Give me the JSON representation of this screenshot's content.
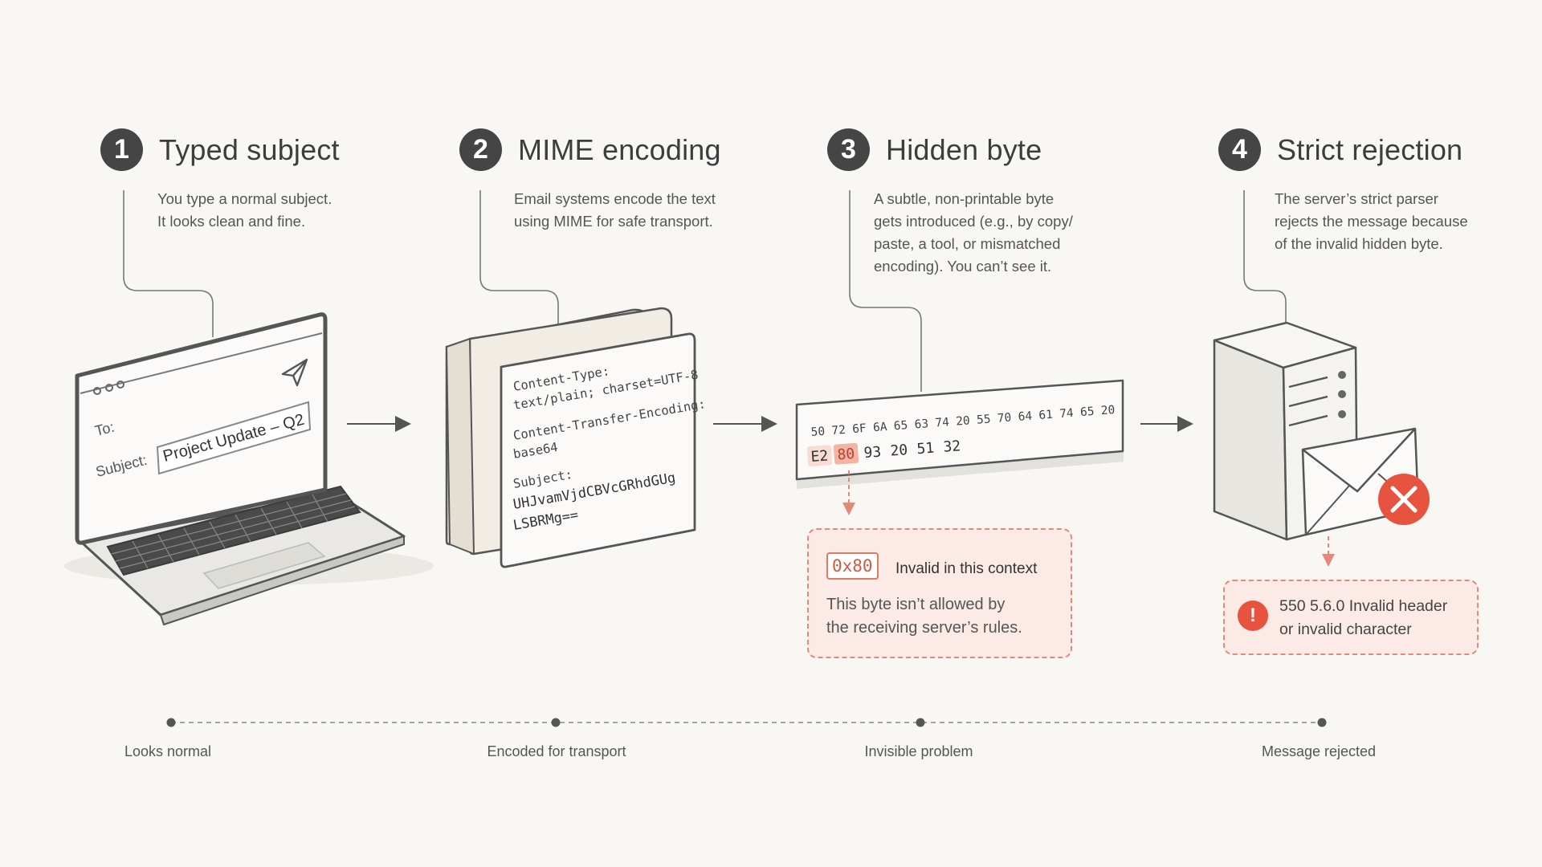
{
  "steps": [
    {
      "number": "1",
      "title": "Typed subject",
      "desc": [
        "You type a normal subject.",
        "It looks clean and fine."
      ]
    },
    {
      "number": "2",
      "title": "MIME encoding",
      "desc": [
        "Email systems encode the text",
        "using MIME for safe transport."
      ]
    },
    {
      "number": "3",
      "title": "Hidden byte",
      "desc": [
        "A subtle, non-printable byte",
        "gets introduced (e.g., by copy/",
        "paste, a tool, or mismatched",
        "encoding). You can’t see it."
      ]
    },
    {
      "number": "4",
      "title": "Strict rejection",
      "desc": [
        "The server’s strict parser",
        "rejects the message because",
        "of the invalid hidden byte."
      ]
    }
  ],
  "laptop": {
    "to_label": "To:",
    "subject_label": "Subject:",
    "subject_value": "Project Update – Q2",
    "icons": [
      "window-dots-icon",
      "send-icon",
      "keyboard-icon"
    ]
  },
  "mime": {
    "line1": "Content-Type:",
    "line2": "text/plain; charset=UTF-8",
    "line3": "Content-Transfer-Encoding:",
    "line4": "base64",
    "line5": "Subject:",
    "line6": "UHJvamVjdCBVcGRhdGUg",
    "line7": "LSBRMg=="
  },
  "hex": {
    "row1": [
      "50",
      "72",
      "6F",
      "6A",
      "65",
      "63",
      "74",
      "20",
      "55",
      "70",
      "64",
      "61",
      "74",
      "65",
      "20"
    ],
    "row2": [
      "E2",
      "80",
      "93",
      "20",
      "51",
      "32"
    ],
    "highlighted_index": 1
  },
  "byte_callout": {
    "badge": "0x80",
    "title": "Invalid in this context",
    "lines": [
      "This byte isn’t allowed by",
      "the receiving server’s rules."
    ]
  },
  "error_callout": {
    "icon": "alert-icon",
    "lines": [
      "550 5.6.0 Invalid header",
      "or invalid character"
    ]
  },
  "server": {
    "icons": [
      "server-icon",
      "envelope-icon",
      "reject-x-icon"
    ]
  },
  "timeline": {
    "labels": [
      "Looks normal",
      "Encoded for transport",
      "Invisible problem",
      "Message rejected"
    ]
  },
  "colors": {
    "accent_red": "#e8533f",
    "callout_fill": "#fbeae5",
    "callout_border": "#e3887a",
    "ink": "#454545",
    "background": "#f8f7f4"
  }
}
